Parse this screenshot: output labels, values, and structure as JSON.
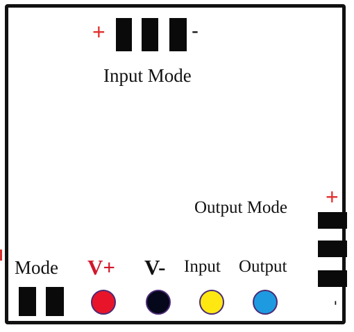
{
  "input_mode": {
    "label": "Input Mode",
    "plus_sign": "+",
    "minus_sign": "-"
  },
  "output_mode": {
    "label": "Output Mode",
    "plus_sign": "+",
    "minus_sign": "-"
  },
  "mode_header": {
    "label": "Mode"
  },
  "terminals": [
    {
      "label": "V+",
      "color": "#e8152a"
    },
    {
      "label": "V-",
      "color": "#05071a"
    },
    {
      "label": "Input",
      "color": "#ffe812"
    },
    {
      "label": "Output",
      "color": "#1e9ae0"
    }
  ],
  "colors": {
    "plus_sign": "#e0312f",
    "v_plus_label": "#d0182b",
    "border": "#111111",
    "pin": "#0a0a0a"
  }
}
